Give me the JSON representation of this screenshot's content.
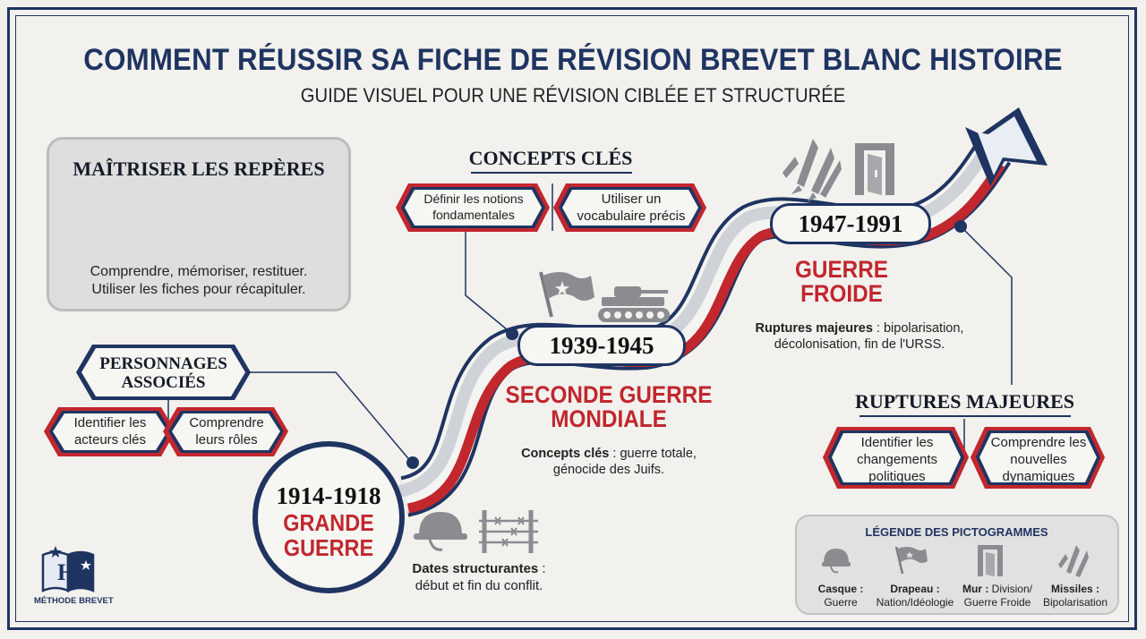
{
  "title": "COMMENT RÉUSSIR SA FICHE DE RÉVISION BREVET BLANC HISTOIRE",
  "subtitle": "GUIDE VISUEL POUR UNE RÉVISION CIBLÉE ET STRUCTURÉE",
  "reperes": {
    "heading": "MAÎTRISER LES REPÈRES",
    "line1": "Comprendre, mémoriser, restituer.",
    "line2": "Utiliser les fiches pour récapituler.",
    "icons": [
      "open-book-arrow-icon",
      "document-magnifier-icon"
    ]
  },
  "personnages": {
    "heading_line1": "PERSONNAGES",
    "heading_line2": "ASSOCIÉS",
    "left_line1": "Identifier les",
    "left_line2": "acteurs clés",
    "right_line1": "Comprendre",
    "right_line2": "leurs rôles"
  },
  "concepts": {
    "heading": "CONCEPTS CLÉS",
    "left_line1": "Définir les notions",
    "left_line2": "fondamentales",
    "right_line1": "Utiliser un",
    "right_line2": "vocabulaire précis"
  },
  "ruptures": {
    "heading": "RUPTURES MAJEURES",
    "left_line1": "Identifier les",
    "left_line2": "changements",
    "left_line3": "politiques",
    "right_line1": "Comprendre les",
    "right_line2": "nouvelles",
    "right_line3": "dynamiques"
  },
  "ww1": {
    "dates": "1914-1918",
    "name_line1": "GRANDE",
    "name_line2": "GUERRE",
    "caption_bold": "Dates structurantes",
    "caption_rest": " :",
    "caption_line2": "début et fin du conflit.",
    "icons": [
      "helmet-icon",
      "barbed-wire-icon"
    ]
  },
  "ww2": {
    "dates": "1939-1945",
    "name_line1": "SECONDE GUERRE",
    "name_line2": "MONDIALE",
    "caption_bold": "Concepts clés",
    "caption_rest": " : guerre totale,",
    "caption_line2": "génocide des Juifs.",
    "icons": [
      "flag-icon",
      "tank-icon"
    ]
  },
  "coldwar": {
    "dates": "1947-1991",
    "name_line1": "GUERRE",
    "name_line2": "FROIDE",
    "caption_bold": "Ruptures majeures",
    "caption_rest": " : bipolarisation,",
    "caption_line2": "décolonisation, fin de l'URSS.",
    "icons": [
      "missiles-icon",
      "wall-icon"
    ]
  },
  "legend": {
    "title": "LÉGENDE DES PICTOGRAMMES",
    "items": [
      {
        "bold": "Casque :",
        "text": "Guerre",
        "icon": "helmet-icon"
      },
      {
        "bold": "Drapeau :",
        "text": "Nation/Idéologie",
        "icon": "flag-icon"
      },
      {
        "bold": "Mur :",
        "text_inline": " Division/",
        "text": "Guerre Froide",
        "icon": "wall-icon"
      },
      {
        "bold": "Missiles :",
        "text": "Bipolarisation",
        "icon": "missiles-icon"
      }
    ]
  },
  "logo": {
    "letter": "H",
    "text": "MÉTHODE BREVET"
  },
  "colors": {
    "navy": "#1f3461",
    "red": "#c1272d",
    "grey_band": "#cfd3d8",
    "background": "#f2f1ee"
  }
}
